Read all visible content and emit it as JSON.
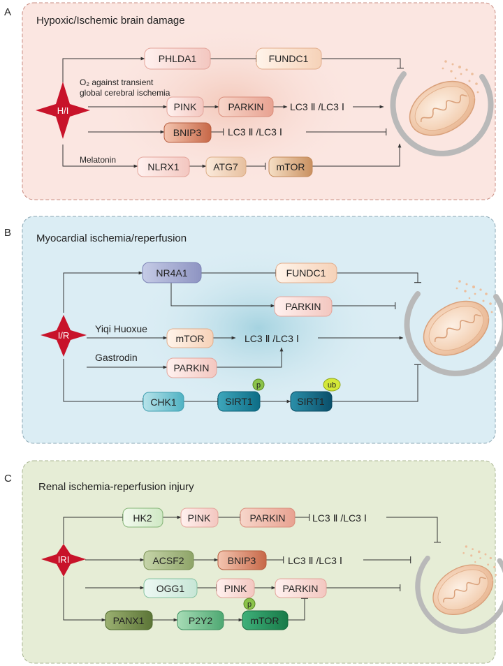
{
  "panels": {
    "A": {
      "letter": "A",
      "title": "Hypoxic/Ischemic brain damage",
      "trigger": "H/I",
      "notes": [
        "O₂ against transient",
        "global cerebral ischemia",
        "Melatonin"
      ],
      "nodes": [
        "PHLDA1",
        "FUNDC1",
        "PINK",
        "PARKIN",
        "BNIP3",
        "NLRX1",
        "ATG7",
        "mTOR"
      ],
      "texts": [
        "LC3 Ⅱ /LC3 Ⅰ",
        "LC3 Ⅱ /LC3 Ⅰ"
      ]
    },
    "B": {
      "letter": "B",
      "title": "Myocardial ischemia/reperfusion",
      "trigger": "I/R",
      "notes": [
        "Yiqi Huoxue",
        "Gastrodin"
      ],
      "nodes": [
        "NR4A1",
        "FUNDC1",
        "PARKIN",
        "mTOR",
        "PARKIN",
        "CHK1",
        "SIRT1",
        "SIRT1"
      ],
      "texts": [
        "LC3 Ⅱ /LC3 Ⅰ"
      ],
      "badges": [
        "p",
        "ub"
      ]
    },
    "C": {
      "letter": "C",
      "title": "Renal ischemia-reperfusion injury",
      "trigger": "IRI",
      "nodes": [
        "HK2",
        "PINK",
        "PARKIN",
        "ACSF2",
        "BNIP3",
        "OGG1",
        "PINK",
        "PARKIN",
        "PANX1",
        "P2Y2",
        "mTOR"
      ],
      "texts": [
        "LC3 Ⅱ /LC3 Ⅰ",
        "LC3 Ⅱ /LC3 Ⅰ"
      ],
      "badges": [
        "p"
      ]
    }
  },
  "colors": {
    "panelA": "#fbe6e1",
    "panelB": "#dbedf4",
    "panelC": "#e6edd6",
    "star": "#c8132a",
    "line": "#333333"
  }
}
